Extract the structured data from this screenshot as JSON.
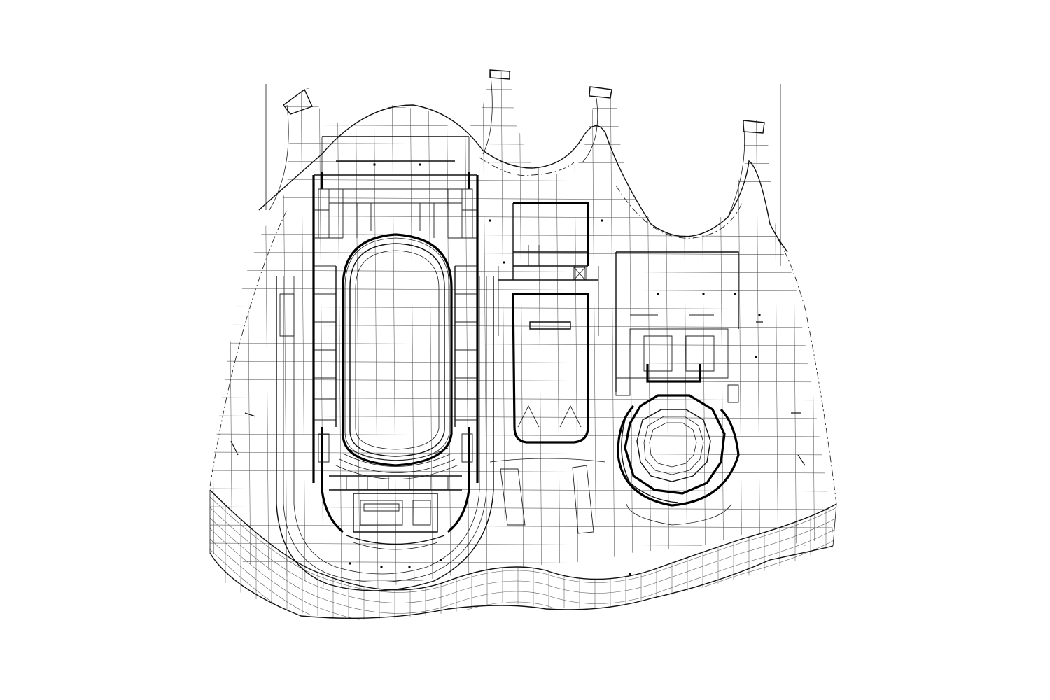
{
  "plan": {
    "line_color": "#111111",
    "background_color": "#ffffff",
    "elements": [
      "roof-canopy",
      "arena-hall",
      "central-stage-block",
      "octagonal-theatre",
      "facade-grid"
    ]
  }
}
